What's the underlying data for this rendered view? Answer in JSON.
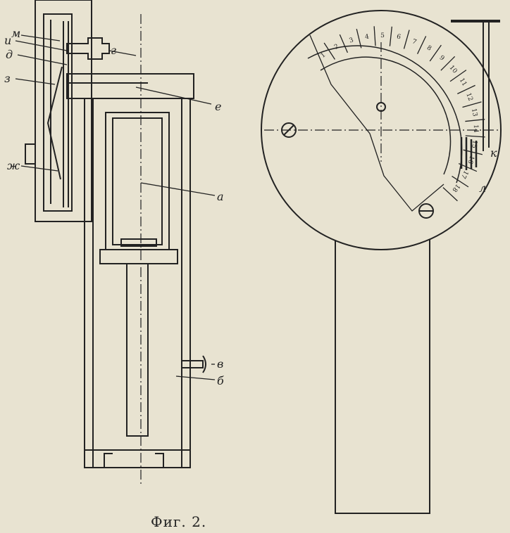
{
  "figure": {
    "caption": "Фиг. 2.",
    "labels": {
      "m": "м",
      "i": "и",
      "d": "д",
      "z": "з",
      "zh": "ж",
      "g": "г",
      "e": "е",
      "a": "а",
      "v": "в",
      "b": "б",
      "k": "к",
      "l": "л"
    },
    "scale_numbers": [
      "1",
      "2",
      "3",
      "4",
      "5",
      "6",
      "7",
      "8",
      "9",
      "10",
      "11",
      "12",
      "13",
      "14",
      "15",
      "16",
      "17",
      "18"
    ]
  },
  "colors": {
    "ink": "#222222",
    "paper": "#e8e3d1"
  }
}
